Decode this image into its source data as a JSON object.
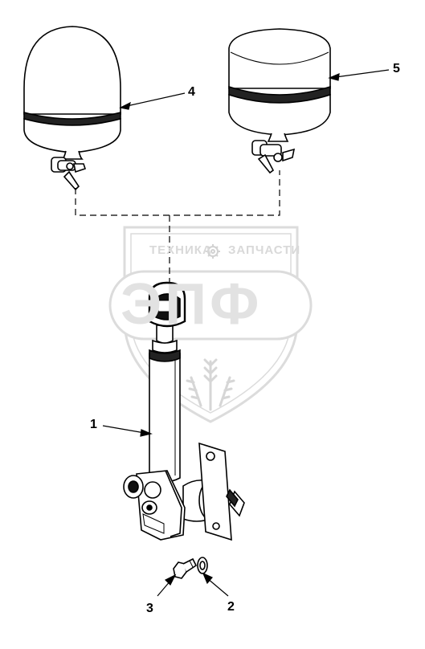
{
  "watermark": {
    "line1_left": "ТЕХНИКА",
    "line1_right": "ЗАПЧАСТИ",
    "logo": "ЭПФ"
  },
  "callouts": [
    {
      "id": "1",
      "label": "1"
    },
    {
      "id": "2",
      "label": "2"
    },
    {
      "id": "3",
      "label": "3"
    },
    {
      "id": "4",
      "label": "4"
    },
    {
      "id": "5",
      "label": "5"
    }
  ],
  "icons": [
    "gear-icon",
    "wheat-icon"
  ],
  "colors": {
    "line": "#000000",
    "watermark": "#d9d9d9",
    "background": "#ffffff"
  }
}
